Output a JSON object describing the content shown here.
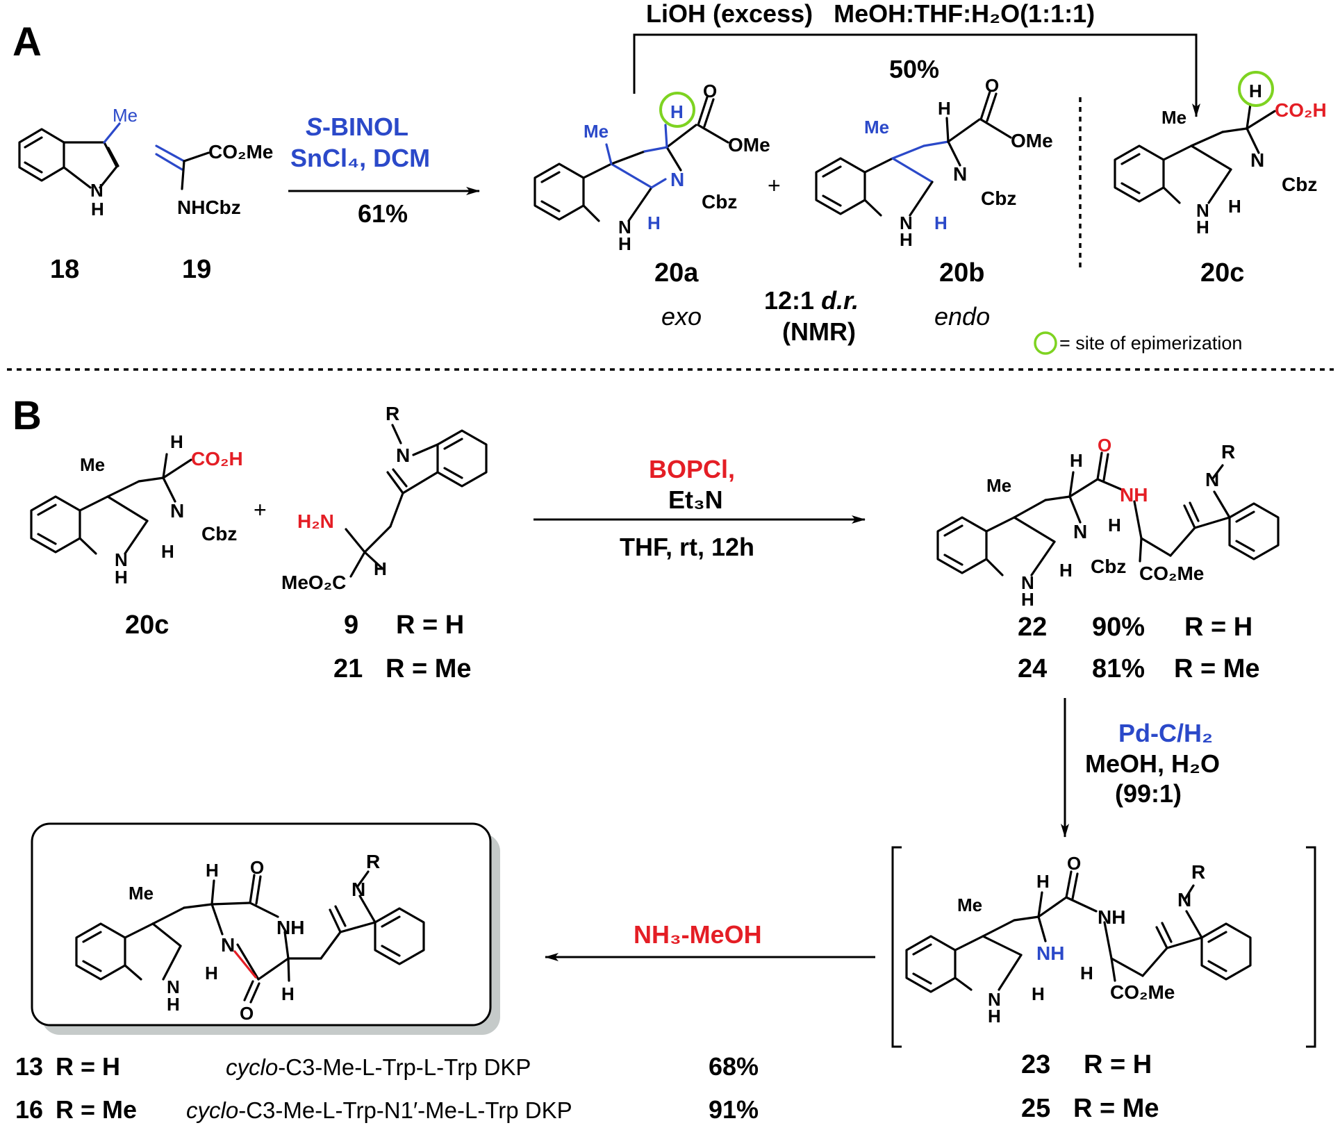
{
  "colors": {
    "blue": "#2b49c9",
    "red": "#e41e25",
    "green": "#7ed321",
    "black": "#000000"
  },
  "panel_a": {
    "label": "A",
    "top_reagents": "LiOH (excess)   MeOH:THF:H₂O(1:1:1)",
    "top_yield": "50%",
    "reagent1_prefix": "S",
    "reagent1": "-BINOL",
    "reagent2": "SnCl₄, DCM",
    "yield": "61%",
    "compounds": {
      "c18": "18",
      "c19": "19",
      "c20a": "20a",
      "c20b": "20b",
      "c20c": "20c"
    },
    "exo": "exo",
    "endo": "endo",
    "dr_ratio": "12:1 ",
    "dr_italic": "d.r.",
    "nmr": "(NMR)",
    "legend_text": "= site of epimerization",
    "atoms": {
      "me": "Me",
      "nh": "N",
      "h": "H",
      "o": "O",
      "ome": "OMe",
      "cbz": "Cbz",
      "co2me": "CO₂Me",
      "nhcbz": "NHCbz",
      "co2h": "CO₂H",
      "plus": "+"
    }
  },
  "panel_b": {
    "label": "B",
    "reagent1": "BOPCl,",
    "reagent2": "Et₃N",
    "reagent3": "THF, rt, 12h",
    "pd_reagent": "Pd-C/H₂",
    "pd_solvent": "MeOH, H₂O",
    "pd_ratio": "(99:1)",
    "nh3_reagent": "NH₃-MeOH",
    "compounds": {
      "c20c": "20c",
      "c9": "9",
      "c9_r": "R = H",
      "c21": "21",
      "c21_r": "R = Me",
      "c22": "22",
      "c22_yield": "90%",
      "c22_r": "R = H",
      "c24": "24",
      "c24_yield": "81%",
      "c24_r": "R = Me",
      "c23": "23",
      "c23_r": "R = H",
      "c25": "25",
      "c25_r": "R = Me",
      "c13": "13",
      "c13_r": "R = H",
      "c13_name_italic": "cyclo",
      "c13_name": "-C3-Me-L-Trp-L-Trp DKP",
      "c13_yield": "68%",
      "c16": "16",
      "c16_r": "R = Me",
      "c16_name_italic": "cyclo",
      "c16_name": "-C3-Me-L-Trp-N1′-Me-L-Trp DKP",
      "c16_yield": "91%"
    },
    "atoms": {
      "r": "R",
      "n": "N",
      "h": "H",
      "nh": "NH",
      "o": "O",
      "me": "Me",
      "h2n": "H₂N",
      "meo2c": "MeO₂C",
      "co2me": "CO₂Me",
      "co2h": "CO₂H",
      "cbz": "Cbz",
      "plus": "+"
    }
  }
}
